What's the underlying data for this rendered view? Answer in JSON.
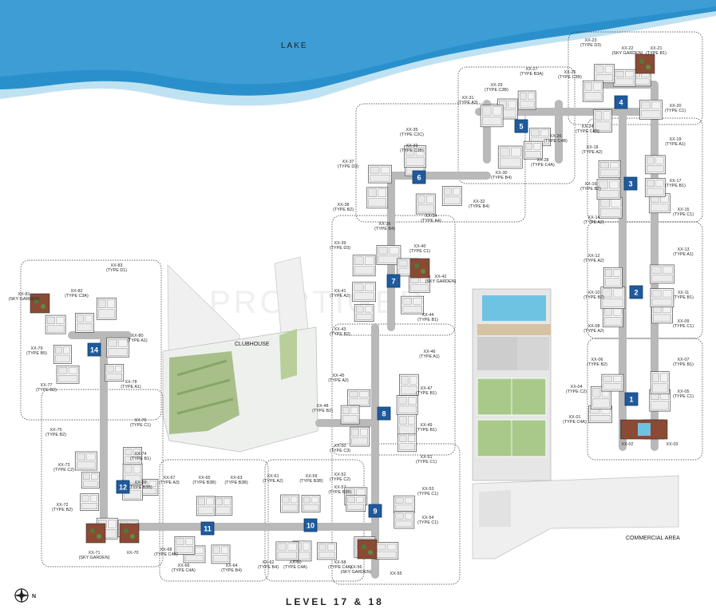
{
  "lake_label": "LAKE",
  "title": "LEVEL 17 & 18",
  "watermark": "PROPTIGER",
  "compass_label": "N",
  "zones": {
    "clubhouse": "CLUBHOUSE",
    "commercial": "COMMERCIAL AREA"
  },
  "colors": {
    "lake": "#2a90cc",
    "lake_light": "#bfe2f3",
    "core": "#1f5a9c",
    "sky_garden": "#8a4a33",
    "corridor": "#b9b9b9",
    "landscape": "#a8bf8a",
    "pool": "#6fc3e2",
    "tennis": "#a9c98a"
  },
  "cores": [
    "1",
    "2",
    "3",
    "4",
    "5",
    "6",
    "7",
    "8",
    "9",
    "10",
    "11",
    "12",
    "14"
  ],
  "units": [
    {
      "id": "XX-01",
      "type": "(TYPE C4A)"
    },
    {
      "id": "XX-02",
      "type": ""
    },
    {
      "id": "XX-03",
      "type": ""
    },
    {
      "id": "XX-04",
      "type": "(TYPE C2)"
    },
    {
      "id": "XX-05",
      "type": "(TYPE C1)"
    },
    {
      "id": "XX-06",
      "type": "(TYPE B2)"
    },
    {
      "id": "XX-07",
      "type": "(TYPE B1)"
    },
    {
      "id": "XX-08",
      "type": "(TYPE A2)"
    },
    {
      "id": "XX-09",
      "type": "(TYPE C1)"
    },
    {
      "id": "XX-10",
      "type": "(TYPE B2)"
    },
    {
      "id": "XX-11",
      "type": "(TYPE B1)"
    },
    {
      "id": "XX-12",
      "type": "(TYPE A2)"
    },
    {
      "id": "XX-13",
      "type": "(TYPE A1)"
    },
    {
      "id": "XX-14",
      "type": "(TYPE A2)"
    },
    {
      "id": "XX-15",
      "type": "(TYPE C1)"
    },
    {
      "id": "XX-16",
      "type": "(TYPE B2)"
    },
    {
      "id": "XX-17",
      "type": "(TYPE B1)"
    },
    {
      "id": "XX-18",
      "type": "(TYPE A2)"
    },
    {
      "id": "XX-19",
      "type": "(TYPE A1)"
    },
    {
      "id": "XX-20",
      "type": "(TYPE C1)"
    },
    {
      "id": "XX-21",
      "type": "(TYPE B1)"
    },
    {
      "id": "XX-22",
      "type": "(SKY GARDEN)"
    },
    {
      "id": "XX-23",
      "type": "(TYPE D3)"
    },
    {
      "id": "XX-24",
      "type": "(TYPE C4B)"
    },
    {
      "id": "XX-25",
      "type": "(TYPE C3B)"
    },
    {
      "id": "XX-26",
      "type": "(TYPE C4B)"
    },
    {
      "id": "XX-27",
      "type": "(TYPE B3A)"
    },
    {
      "id": "XX-28",
      "type": "(TYPE C4A)"
    },
    {
      "id": "XX-29",
      "type": "(TYPE C3B)"
    },
    {
      "id": "XX-30",
      "type": "(TYPE B4)"
    },
    {
      "id": "XX-31",
      "type": "(TYPE A3)"
    },
    {
      "id": "XX-32",
      "type": "(TYPE B4)"
    },
    {
      "id": "XX-33",
      "type": "(TYPE C3B)"
    },
    {
      "id": "XX-34",
      "type": "(TYPE A4)"
    },
    {
      "id": "XX-35",
      "type": "(TYPE C2C)"
    },
    {
      "id": "XX-36",
      "type": "(TYPE B4)"
    },
    {
      "id": "XX-37",
      "type": "(TYPE D3)"
    },
    {
      "id": "XX-38",
      "type": "(TYPE B2)"
    },
    {
      "id": "XX-39",
      "type": "(TYPE D3)"
    },
    {
      "id": "XX-40",
      "type": "(TYPE C1)"
    },
    {
      "id": "XX-41",
      "type": "(TYPE A2)"
    },
    {
      "id": "XX-42",
      "type": "(SKY GARDEN)"
    },
    {
      "id": "XX-43",
      "type": "(TYPE B2)"
    },
    {
      "id": "XX-44",
      "type": "(TYPE B1)"
    },
    {
      "id": "XX-45",
      "type": "(TYPE A2)"
    },
    {
      "id": "XX-46",
      "type": "(TYPE A1)"
    },
    {
      "id": "XX-47",
      "type": "(TYPE B1)"
    },
    {
      "id": "XX-48",
      "type": "(TYPE B2)"
    },
    {
      "id": "XX-49",
      "type": "(TYPE B1)"
    },
    {
      "id": "XX-50",
      "type": "(TYPE C3)"
    },
    {
      "id": "XX-51",
      "type": "(TYPE C1)"
    },
    {
      "id": "XX-52",
      "type": "(TYPE C2)"
    },
    {
      "id": "XX-53",
      "type": "(TYPE C1)"
    },
    {
      "id": "XX-54",
      "type": "(TYPE C1)"
    },
    {
      "id": "XX-55",
      "type": ""
    },
    {
      "id": "XX-56",
      "type": "(SKY GARDEN)"
    },
    {
      "id": "XX-57",
      "type": "(TYPE B3B)"
    },
    {
      "id": "XX-58",
      "type": "(TYPE C4A)"
    },
    {
      "id": "XX-59",
      "type": "(TYPE B3B)"
    },
    {
      "id": "XX-60",
      "type": "(TYPE C4A)"
    },
    {
      "id": "XX-61",
      "type": "(TYPE A2)"
    },
    {
      "id": "XX-62",
      "type": "(TYPE B4)"
    },
    {
      "id": "XX-63",
      "type": "(TYPE B3B)"
    },
    {
      "id": "XX-64",
      "type": "(TYPE B4)"
    },
    {
      "id": "XX-65",
      "type": "(TYPE B3B)"
    },
    {
      "id": "XX-66",
      "type": "(TYPE C4A)"
    },
    {
      "id": "XX-67",
      "type": "(TYPE A3)"
    },
    {
      "id": "XX-68",
      "type": "(TYPE C4B)"
    },
    {
      "id": "XX-69",
      "type": "(TYPE B3B)"
    },
    {
      "id": "XX-70",
      "type": ""
    },
    {
      "id": "XX-71",
      "type": "(SKY GARDEN)"
    },
    {
      "id": "XX-72",
      "type": "(TYPE B2)"
    },
    {
      "id": "XX-73",
      "type": "(TYPE C2)"
    },
    {
      "id": "XX-74",
      "type": "(TYPE B1)"
    },
    {
      "id": "XX-75",
      "type": "(TYPE B2)"
    },
    {
      "id": "XX-76",
      "type": "(TYPE C1)"
    },
    {
      "id": "XX-77",
      "type": "(TYPE B2)"
    },
    {
      "id": "XX-78",
      "type": "(TYPE A1)"
    },
    {
      "id": "XX-79",
      "type": "(TYPE B5)"
    },
    {
      "id": "XX-80",
      "type": "(TYPE A1)"
    },
    {
      "id": "XX-81",
      "type": "(SKY GARDEN)"
    },
    {
      "id": "XX-82",
      "type": "(TYPE C3A)"
    },
    {
      "id": "XX-83",
      "type": "(TYPE D1)"
    }
  ]
}
